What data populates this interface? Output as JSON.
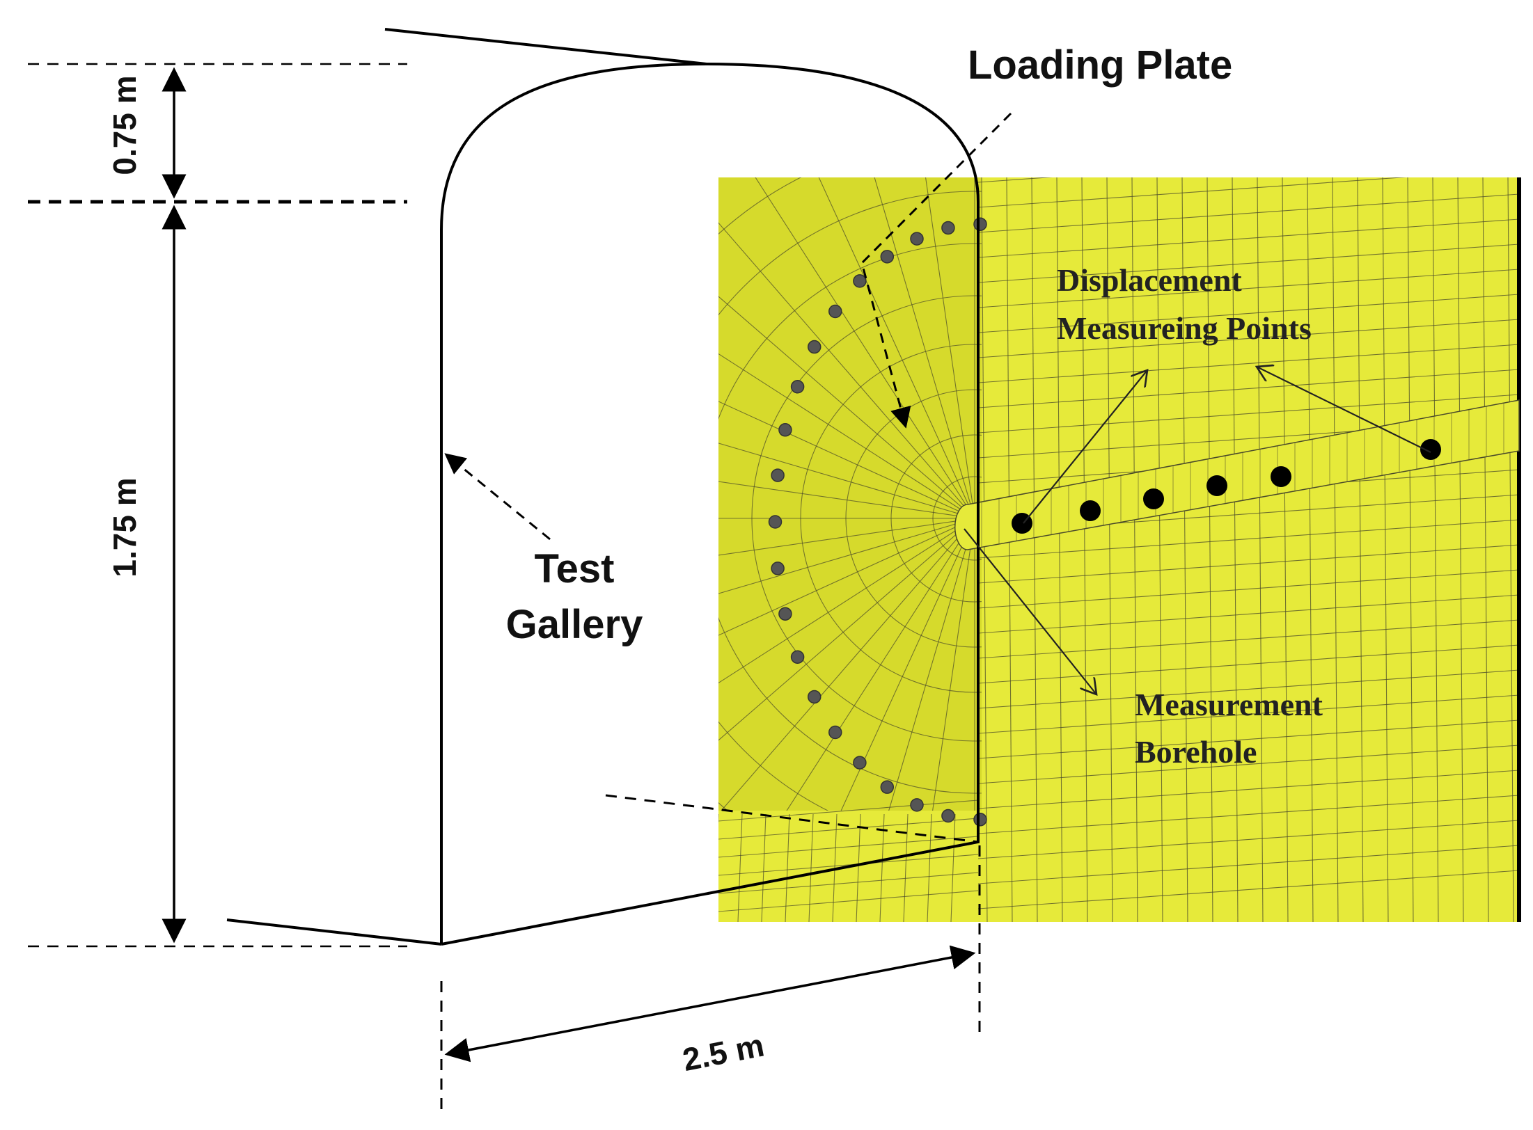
{
  "labels": {
    "loading_plate": "Loading Plate",
    "displacement_line1": "Displacement",
    "displacement_line2": "Measureing Points",
    "test_line1": "Test",
    "test_line2": "Gallery",
    "borehole_line1": "Measurement",
    "borehole_line2": "Borehole"
  },
  "dimensions": {
    "crown_height": "0.75 m",
    "wall_height": "1.75 m",
    "length": "2.5 m"
  },
  "colors": {
    "mesh_fill": "#e6ea3a",
    "mesh_fill_dark": "#d6da2c",
    "mesh_line": "#4a4a2a",
    "outline": "#000000",
    "marker": "#555555"
  }
}
